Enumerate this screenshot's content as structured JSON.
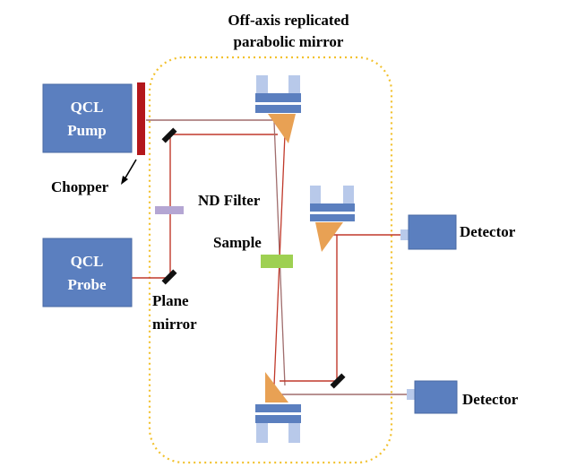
{
  "title": {
    "line1": "Off-axis replicated",
    "line2": "parabolic mirror"
  },
  "pump": {
    "line1": "QCL",
    "line2": "Pump"
  },
  "probe": {
    "line1": "QCL",
    "line2": "Probe"
  },
  "labels": {
    "chopper": "Chopper",
    "nd_filter": "ND Filter",
    "sample": "Sample",
    "plane_mirror_1": "Plane",
    "plane_mirror_2": "mirror",
    "detector_top": "Detector",
    "detector_bottom": "Detector"
  },
  "colors": {
    "box_blue": "#5b7fbf",
    "box_edge": "#4a6aa3",
    "mount_light": "#b8c9ea",
    "mount_mid": "#5b7fbf",
    "parabola": "#e8a154",
    "chopper": "#b3161b",
    "beam_pump": "#c0392b",
    "beam_probe": "#a06d6d",
    "nd_filter": "#b4a6d3",
    "sample": "#9ed052",
    "dotted_frame": "#f2c12e"
  }
}
